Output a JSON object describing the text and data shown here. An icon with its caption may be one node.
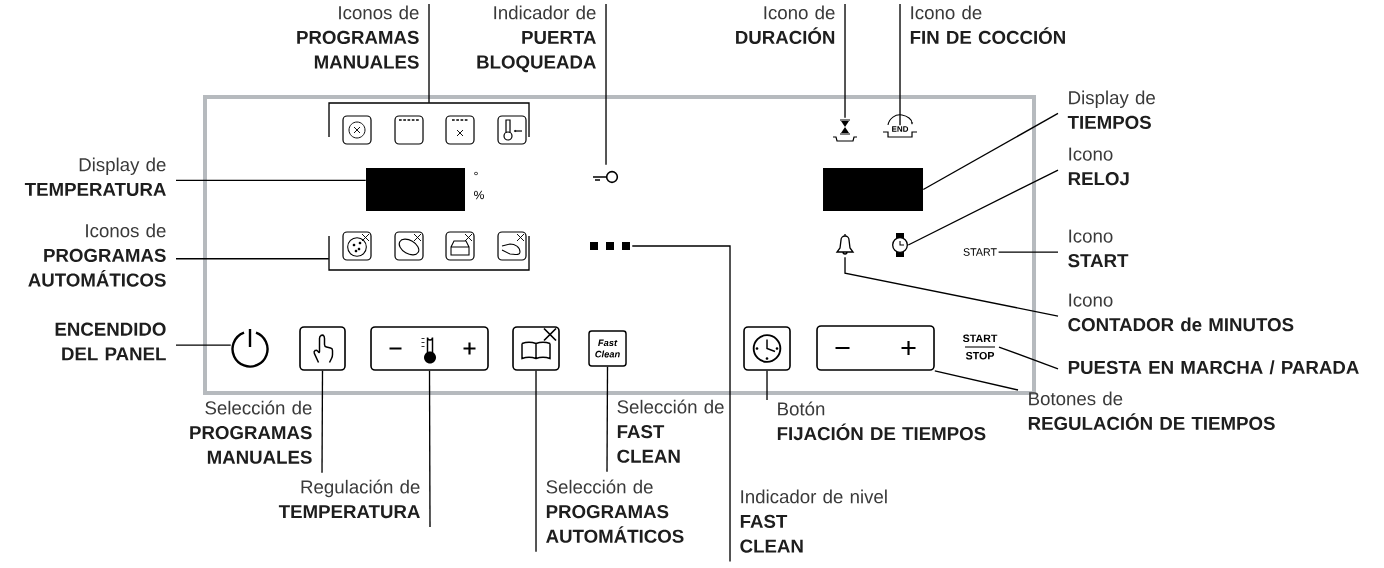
{
  "diagram": {
    "nodes": [
      {
        "text": [],
        "shape": "box"
      },
      {
        "text": [],
        "shape": "bracket",
        "in": 0
      },
      {
        "text": [],
        "shape": "hourglass",
        "in": 0
      },
      {
        "text": [
          "END"
        ],
        "in": 0
      },
      {
        "text": [],
        "shape": "box",
        "in": 0
      },
      {
        "text": [],
        "shape": "key",
        "in": 0
      },
      {
        "text": [],
        "shape": "box",
        "in": 0
      },
      {
        "text": [],
        "shape": "bracket",
        "in": 0
      },
      {
        "text": [],
        "shape": "dots",
        "in": 0
      },
      {
        "text": [],
        "shape": "bell",
        "in": 0
      },
      {
        "text": [],
        "shape": "watch",
        "in": 0
      },
      {
        "text": [
          "START"
        ],
        "in": 0
      },
      {
        "text": [],
        "shape": "circle",
        "in": 0
      },
      {
        "text": [],
        "shape": "box",
        "in": 0
      },
      {
        "text": [],
        "shape": "box",
        "in": 0
      },
      {
        "text": [],
        "shape": "box",
        "in": 0
      },
      {
        "text": [
          "Fast Clean"
        ],
        "in": 0
      },
      {
        "text": [],
        "shape": "box",
        "in": 0
      },
      {
        "text": [],
        "shape": "box",
        "in": 0
      },
      {
        "text": [
          "START",
          "STOP"
        ],
        "in": 0
      },
      {
        "text": [
          "Iconos de",
          "PROGRAMAS MANUALES"
        ]
      },
      {
        "text": [
          "Indicador de",
          "PUERTA BLOQUEADA"
        ]
      },
      {
        "text": [
          "Icono de",
          "DURACIÓN"
        ]
      },
      {
        "text": [
          "Icono de",
          "FIN DE COCCIÓN"
        ]
      },
      {
        "text": [
          "Display de",
          "TEMPERATURA"
        ]
      },
      {
        "text": [
          "Iconos de",
          "PROGRAMAS AUTOMÁTICOS"
        ]
      },
      {
        "text": [
          "ENCENDIDO DEL PANEL"
        ]
      },
      {
        "text": [
          "Display de",
          "TIEMPOS"
        ]
      },
      {
        "text": [
          "Icono",
          "RELOJ"
        ]
      },
      {
        "text": [
          "Icono",
          "START"
        ]
      },
      {
        "text": [
          "Icono",
          "CONTADOR de MINUTOS"
        ]
      },
      {
        "text": [
          "PUESTA EN MARCHA / PARADA"
        ]
      },
      {
        "text": [
          "Botones de",
          "REGULACIÓN DE TIEMPOS"
        ]
      },
      {
        "text": [
          "Selección de",
          "PROGRAMAS MANUALES"
        ]
      },
      {
        "text": [
          "Regulación de",
          "TEMPERATURA"
        ]
      },
      {
        "text": [
          "Selección de",
          "PROGRAMAS AUTOMÁTICOS"
        ]
      },
      {
        "text": [
          "Selección de",
          "FAST CLEAN"
        ]
      },
      {
        "text": [
          "Indicador de nivel",
          "FAST CLEAN"
        ]
      },
      {
        "text": [
          "Botón",
          "FIJACIÓN DE TIEMPOS"
        ]
      }
    ],
    "edges": [
      {
        "from": 20,
        "to": 1,
        "arrow": "none"
      },
      {
        "from": 21,
        "to": 5,
        "arrow": "none"
      },
      {
        "from": 22,
        "to": 2,
        "arrow": "none"
      },
      {
        "from": 23,
        "to": 3,
        "arrow": "none"
      },
      {
        "from": 24,
        "to": 4,
        "arrow": "none"
      },
      {
        "from": 25,
        "to": 7,
        "arrow": "none"
      },
      {
        "from": 26,
        "to": 12,
        "arrow": "none"
      },
      {
        "from": 27,
        "to": 6,
        "arrow": "none"
      },
      {
        "from": 28,
        "to": 10,
        "arrow": "none"
      },
      {
        "from": 29,
        "to": 11,
        "arrow": "none"
      },
      {
        "from": 30,
        "to": 9,
        "arrow": "none"
      },
      {
        "from": 31,
        "to": 19,
        "arrow": "none"
      },
      {
        "from": 32,
        "to": 18,
        "arrow": "none"
      },
      {
        "from": 33,
        "to": 13,
        "arrow": "none"
      },
      {
        "from": 34,
        "to": 14,
        "arrow": "none"
      },
      {
        "from": 35,
        "to": 15,
        "arrow": "none"
      },
      {
        "from": 36,
        "to": 16,
        "arrow": "none"
      },
      {
        "from": 37,
        "to": 8,
        "arrow": "none"
      },
      {
        "from": 38,
        "to": 17,
        "arrow": "none"
      }
    ],
    "labels": [
      "°",
      "%"
    ]
  }
}
